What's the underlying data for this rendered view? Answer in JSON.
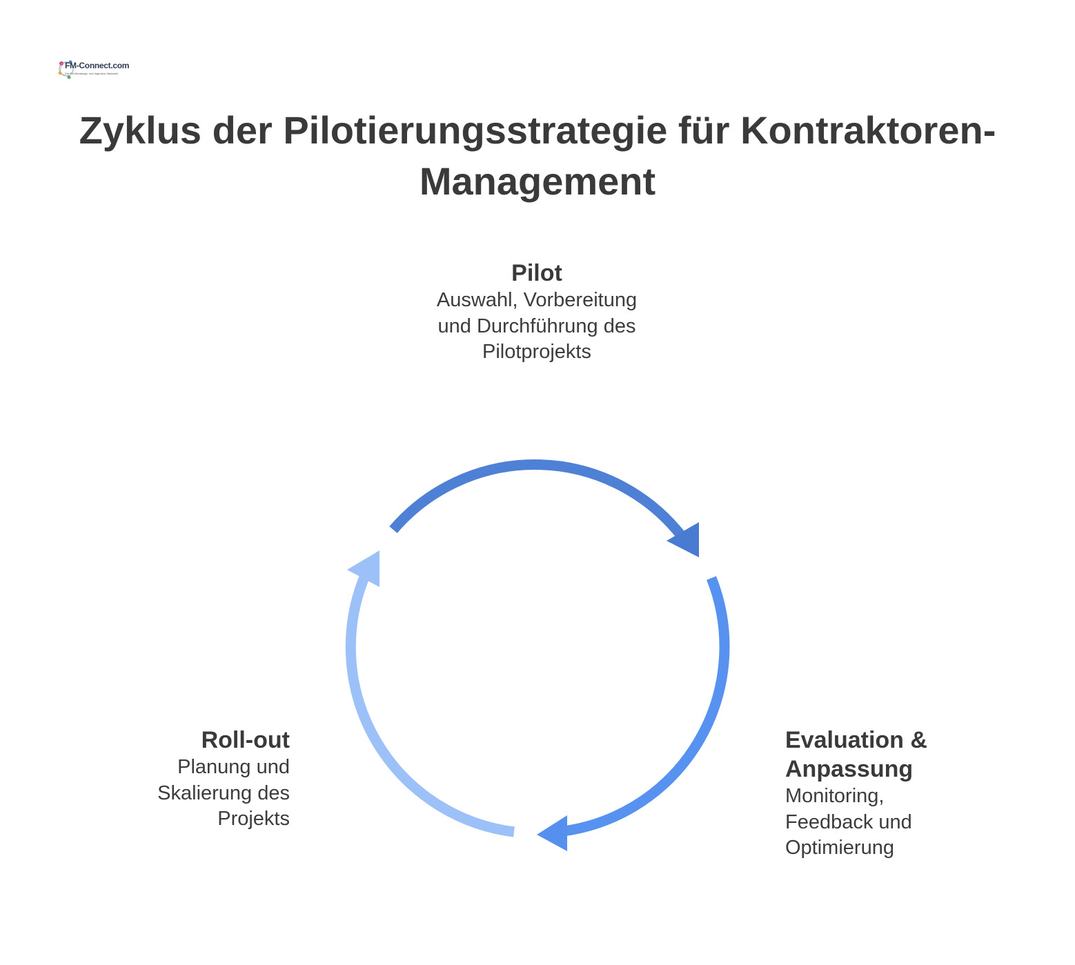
{
  "logo": {
    "name": "FM-Connect.com",
    "text": "FM-Connect.com",
    "subtext": "Die FM-Beratungs- und Ingenieur-Netzwerk"
  },
  "title": "Zyklus der Pilotierungsstrategie für Kontraktoren-Management",
  "stages": {
    "pilot": {
      "title": "Pilot",
      "description": "Auswahl, Vorbereitung und Durchführung des Pilotprojekts",
      "color": "#4a7fd4"
    },
    "evaluation": {
      "title": "Evaluation & Anpassung",
      "description": "Monitoring, Feedback und Optimierung",
      "color": "#5a94f2"
    },
    "rollout": {
      "title": "Roll-out",
      "description": "Planung und Skalierung des Projekts",
      "color": "#9cc0f8"
    }
  }
}
